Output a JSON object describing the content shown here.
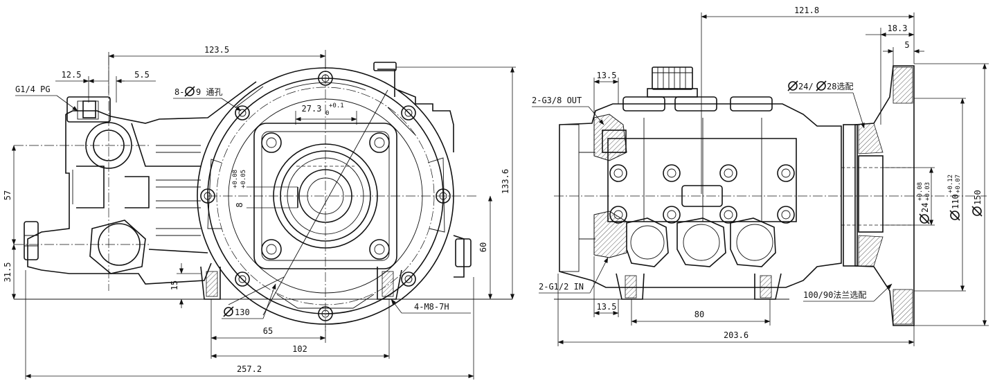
{
  "left_view": {
    "dims": {
      "d_123_5": "123.5",
      "d_12_5": "12.5",
      "d_5_5": "5.5",
      "d_27_3": "27.3",
      "d_27_3_tol_up": "+0.1",
      "d_27_3_tol_lo": "0",
      "d_8": "8",
      "d_8_tol_up": "+0.08",
      "d_8_tol_lo": "+0.05",
      "d_57": "57",
      "d_31_5": "31.5",
      "d_15": "15",
      "d_133_6": "133.6",
      "d_60": "60",
      "d_65": "65",
      "d_102": "102",
      "d_257_2": "257.2",
      "d_130": "130"
    },
    "labels": {
      "g14pg": "G1/4 PG",
      "holes_prefix": "8-",
      "holes_suffix": "9 通孔",
      "m8": "4-M8-7H"
    }
  },
  "right_view": {
    "dims": {
      "d_121_8": "121.8",
      "d_18_3": "18.3",
      "d_5": "5",
      "d_13_5_top": "13.5",
      "d_13_5_bot": "13.5",
      "d_80": "80",
      "d_203_6": "203.6",
      "d_150": "150",
      "d_24": "24",
      "d_24_tol_up": "+0.08",
      "d_24_tol_lo": "+0.03",
      "d_110": "110",
      "d_110_tol_up": "+0.12",
      "d_110_tol_lo": "+0.07"
    },
    "labels": {
      "out": "2-G3/8 OUT",
      "in": "2-G1/2 IN",
      "shaft_a": "24/",
      "shaft_b": "28选配",
      "flange": "100/90法兰选配"
    }
  }
}
